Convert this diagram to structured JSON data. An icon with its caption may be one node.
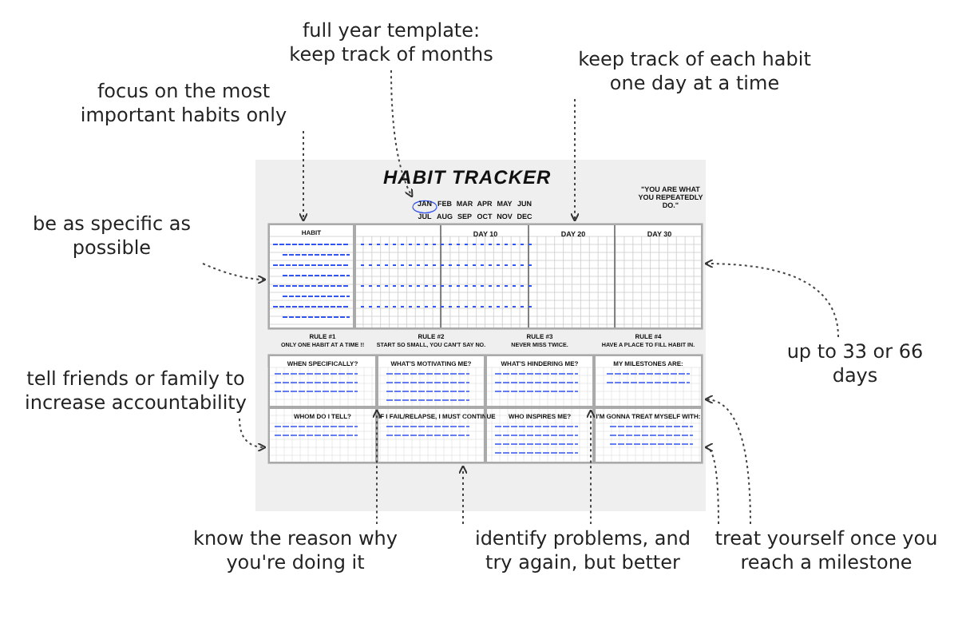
{
  "diagram": {
    "nodes": [
      {
        "text": [
          "full year template: keep track of months"
        ]
      },
      {
        "text": [
          "keep track of each habit one day at a time"
        ]
      },
      {
        "text": [
          "focus on the most important habits only"
        ]
      },
      {
        "text": [
          "be as specific as possible"
        ]
      },
      {
        "text": [
          "up to 33 or 66 days"
        ]
      },
      {
        "text": [
          "tell friends or family to increase accountability"
        ]
      },
      {
        "text": [
          "know the reason why you're doing it"
        ]
      },
      {
        "text": [
          "identify problems, and try again, but better"
        ]
      },
      {
        "text": [
          "treat yourself once you reach a milestone"
        ]
      },
      {
        "text": [
          "HABIT TRACKER",
          "\"YOU ARE WHAT YOU REPEATEDLY DO.\""
        ]
      },
      {
        "text": [
          "JAN",
          "FEB",
          "MAR",
          "APR",
          "MAY",
          "JUN",
          "JUL",
          "AUG",
          "SEP",
          "OCT",
          "NOV",
          "DEC"
        ],
        "in": 9
      },
      {
        "text": [
          "HABIT"
        ],
        "in": 9
      },
      {
        "text": [
          "DAY 10",
          "DAY 20",
          "DAY 30"
        ],
        "in": 9
      },
      {
        "text": [
          "WHEN SPECIFICALLY?"
        ],
        "in": 9
      },
      {
        "text": [
          "WHAT'S MOTIVATING ME?"
        ],
        "in": 9
      },
      {
        "text": [
          "WHAT'S HINDERING ME?"
        ],
        "in": 9
      },
      {
        "text": [
          "MY MILESTONES ARE:"
        ],
        "in": 9
      },
      {
        "text": [
          "WHOM DO I TELL?"
        ],
        "in": 9
      },
      {
        "text": [
          "IF I FAIL/RELAPSE, I MUST CONTINUE"
        ],
        "in": 9
      },
      {
        "text": [
          "WHO INSPIRES ME?"
        ],
        "in": 9
      },
      {
        "text": [
          "I'M GONNA TREAT MYSELF WITH:"
        ],
        "in": 9
      }
    ],
    "edges": [
      {
        "from": 0,
        "to": 10,
        "arrow": "to"
      },
      {
        "from": 1,
        "to": 12,
        "arrow": "to"
      },
      {
        "from": 2,
        "to": 11,
        "arrow": "to"
      },
      {
        "from": 3,
        "to": 11,
        "arrow": "to"
      },
      {
        "from": 5,
        "to": 17,
        "arrow": "to"
      },
      {
        "from": 4,
        "to": 12,
        "arrow": "to"
      },
      {
        "from": 6,
        "to": 14,
        "arrow": "to"
      },
      {
        "from": 7,
        "to": 15,
        "arrow": "to"
      },
      {
        "from": 7,
        "to": 18,
        "arrow": "to"
      },
      {
        "from": 8,
        "to": 16,
        "arrow": "to"
      },
      {
        "from": 8,
        "to": 20,
        "arrow": "to"
      }
    ],
    "labels": [
      "RULE #1",
      "ONLY ONE HABIT AT A TIME !!",
      "RULE #2",
      "START SO SMALL, YOU CAN'T SAY NO.",
      "RULE #3",
      "NEVER MISS TWICE.",
      "RULE #4",
      "HAVE A PLACE TO FILL HABIT IN."
    ]
  }
}
